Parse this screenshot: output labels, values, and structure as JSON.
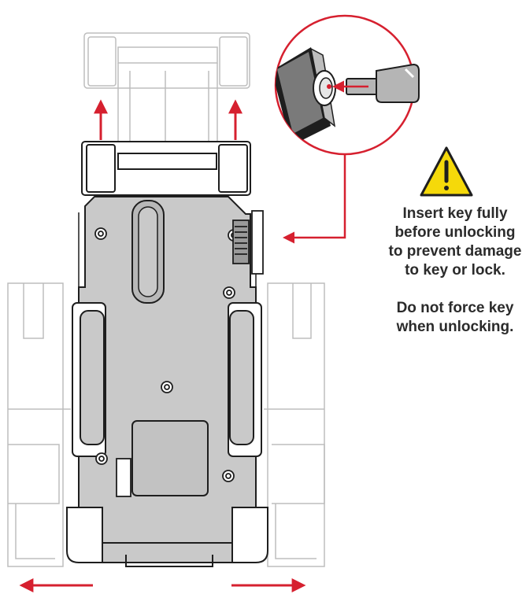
{
  "warning": {
    "icon": "warning-triangle-icon",
    "line1": "Insert key fully",
    "line2": "before unlocking",
    "line3": "to prevent damage",
    "line4": "to key or lock.",
    "line5": "Do not force key",
    "line6": "when unlocking."
  },
  "colors": {
    "accent_red": "#d6202f",
    "warning_yellow": "#f5d90a",
    "device_gray": "#c9c9c9",
    "outline": "#1e1e1e",
    "ghost_outline": "#b8b8b8"
  },
  "icons": {
    "key": "key-icon",
    "lock": "lock-cylinder-icon",
    "arrows": "arrow-icon"
  }
}
